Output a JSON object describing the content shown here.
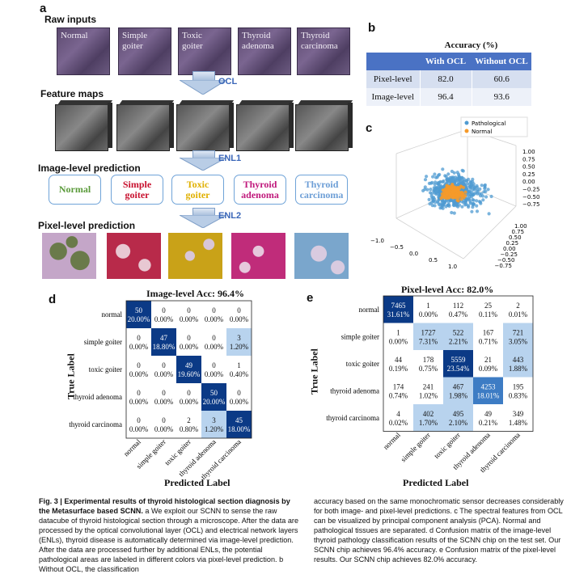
{
  "panel_a": {
    "letter": "a",
    "raw_inputs_title": "Raw inputs",
    "classes": [
      "Normal",
      "Simple\ngoiter",
      "Toxic\ngoiter",
      "Thyroid\nadenoma",
      "Thyroid\ncarcinoma"
    ],
    "feature_maps_title": "Feature maps",
    "image_pred_title": "Image-level prediction",
    "pixel_pred_title": "Pixel-level prediction",
    "arrows": [
      "OCL",
      "ENL1",
      "ENL2"
    ],
    "predictions": [
      {
        "label": "Normal",
        "color": "#5a9a3a"
      },
      {
        "label": "Simple goiter",
        "color": "#c8102e"
      },
      {
        "label": "Toxic goiter",
        "color": "#e0b000"
      },
      {
        "label": "Thyroid adenoma",
        "color": "#c0197c"
      },
      {
        "label": "Thyroid carcinoma",
        "color": "#6d9ed6"
      }
    ]
  },
  "panel_b": {
    "letter": "b",
    "title": "Accuracy (%)",
    "columns": [
      "",
      "With OCL",
      "Without OCL"
    ],
    "rows": [
      {
        "label": "Pixel-level",
        "with": "82.0",
        "without": "60.6"
      },
      {
        "label": "Image-level",
        "with": "96.4",
        "without": "93.6"
      }
    ],
    "header_color": "#4a72c4"
  },
  "panel_c": {
    "letter": "c",
    "legend": [
      "Pathological",
      "Normal"
    ],
    "colors": {
      "pathological": "#4f9bd1",
      "normal": "#f59a2a"
    },
    "z_ticks": [
      "1.00",
      "0.75",
      "0.50",
      "0.25",
      "0.00",
      "−0.25",
      "−0.50",
      "−0.75"
    ],
    "y_ticks": [
      "1.00",
      "0.75",
      "0.50",
      "0.25",
      "0.00",
      "−0.25",
      "−0.50",
      "−0.75"
    ],
    "x_ticks": [
      "−1.0",
      "−0.5",
      "0.0",
      "0.5",
      "1.0"
    ]
  },
  "panel_d": {
    "letter": "d",
    "title": "Image-level Acc: 96.4%",
    "ylabel": "True Label",
    "xlabel": "Predicted Label",
    "labels": [
      "normal",
      "simple goiter",
      "toxic goiter",
      "thyroid adenoma",
      "thyroid carcinoma"
    ],
    "counts": [
      [
        50,
        0,
        0,
        0,
        0
      ],
      [
        0,
        47,
        0,
        0,
        3
      ],
      [
        0,
        0,
        49,
        0,
        1
      ],
      [
        0,
        0,
        0,
        50,
        0
      ],
      [
        0,
        0,
        2,
        3,
        45
      ]
    ],
    "percents": [
      [
        "20.00%",
        "0.00%",
        "0.00%",
        "0.00%",
        "0.00%"
      ],
      [
        "0.00%",
        "18.80%",
        "0.00%",
        "0.00%",
        "1.20%"
      ],
      [
        "0.00%",
        "0.00%",
        "19.60%",
        "0.00%",
        "0.40%"
      ],
      [
        "0.00%",
        "0.00%",
        "0.00%",
        "20.00%",
        "0.00%"
      ],
      [
        "0.00%",
        "0.00%",
        "0.80%",
        "1.20%",
        "18.00%"
      ]
    ]
  },
  "panel_e": {
    "letter": "e",
    "title": "Pixel-level Acc: 82.0%",
    "ylabel": "True Label",
    "xlabel": "Predicted Label",
    "labels": [
      "normal",
      "simple goiter",
      "toxic goiter",
      "thyroid adenoma",
      "thyroid carcinoma"
    ],
    "counts": [
      [
        7465,
        1,
        112,
        25,
        2
      ],
      [
        1,
        1727,
        522,
        167,
        721
      ],
      [
        44,
        178,
        5559,
        21,
        443
      ],
      [
        174,
        241,
        467,
        4253,
        195
      ],
      [
        4,
        402,
        495,
        49,
        349
      ]
    ],
    "percents": [
      [
        "31.61%",
        "0.00%",
        "0.47%",
        "0.11%",
        "0.01%"
      ],
      [
        "0.00%",
        "7.31%",
        "2.21%",
        "0.71%",
        "3.05%"
      ],
      [
        "0.19%",
        "0.75%",
        "23.54%",
        "0.09%",
        "1.88%"
      ],
      [
        "0.74%",
        "1.02%",
        "1.98%",
        "18.01%",
        "0.83%"
      ],
      [
        "0.02%",
        "1.70%",
        "2.10%",
        "0.21%",
        "1.48%"
      ]
    ]
  },
  "caption": {
    "lead": "Fig. 3 | Experimental results of thyroid histological section diagnosis by the Metasurface based SCNN.",
    "left_body": "a We exploit our SCNN to sense the raw datacube of thyroid histological section through a microscope. After the data are processed by the optical convolutional layer (OCL) and electrical network layers (ENLs), thyroid disease is automatically determined via image-level prediction. After the data are processed further by additional ENLs, the potential pathological areas are labeled in different colors via pixel-level prediction. b Without OCL, the classification",
    "right_body": "accuracy based on the same monochromatic sensor decreases considerably for both image- and pixel-level predictions. c The spectral features from OCL can be visualized by principal component analysis (PCA). Normal and pathological tissues are separated. d Confusion matrix of the image-level thyroid pathology classification results of the SCNN chip on the test set. Our SCNN chip achieves 96.4% accuracy. e Confusion matrix of the pixel-level results. Our SCNN chip achieves 82.0% accuracy."
  }
}
